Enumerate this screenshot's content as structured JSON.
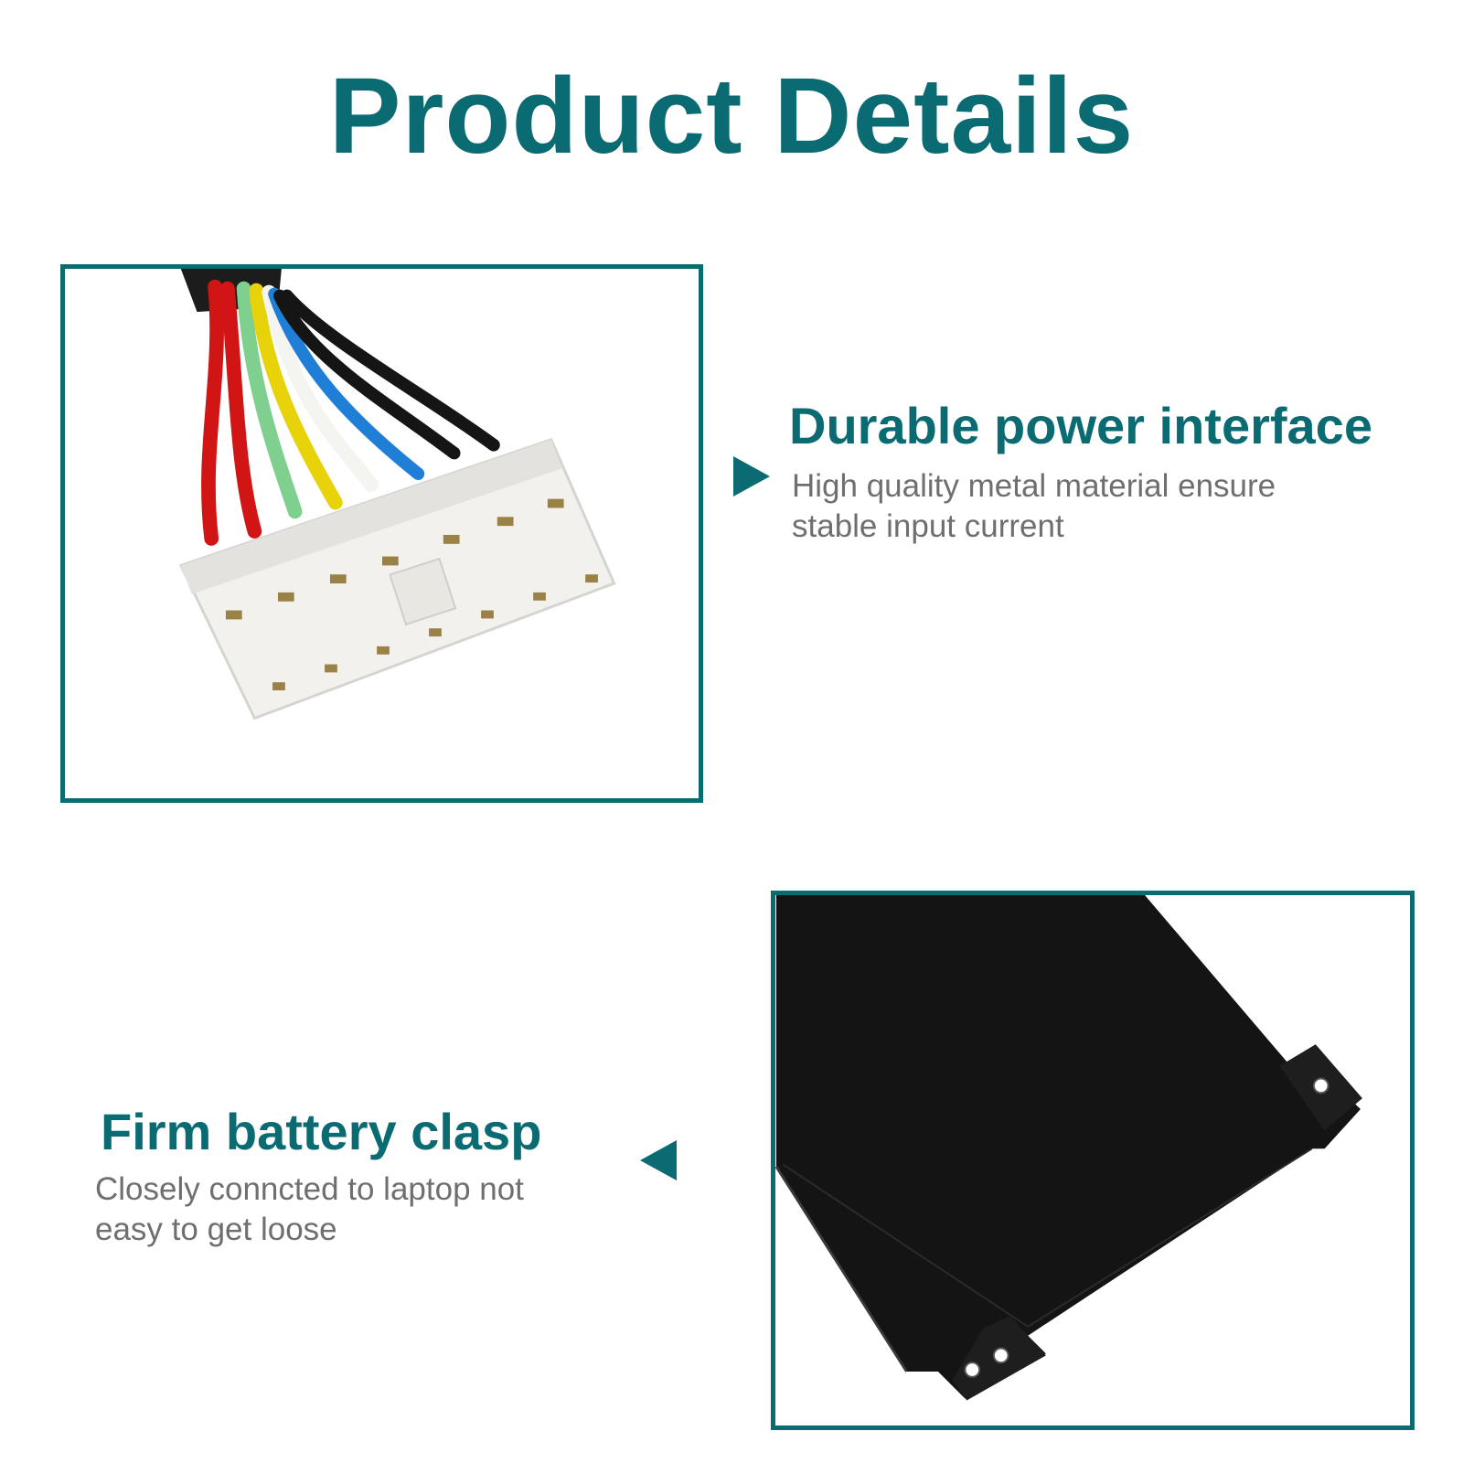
{
  "title": "Product Details",
  "colors": {
    "accent": "#0b6b73",
    "description_text": "#6f6f6f",
    "battery_body": "#141414"
  },
  "features": [
    {
      "heading": "Durable power interface",
      "description": "High quality metal material ensure stable input current",
      "image": "power-connector-photo"
    },
    {
      "heading": "Firm battery clasp",
      "description": "Closely conncted to laptop not easy to get loose",
      "image": "battery-clasp-photo"
    }
  ],
  "icons": {
    "pointer_right": "triangle-right-icon",
    "pointer_left": "triangle-left-icon"
  }
}
